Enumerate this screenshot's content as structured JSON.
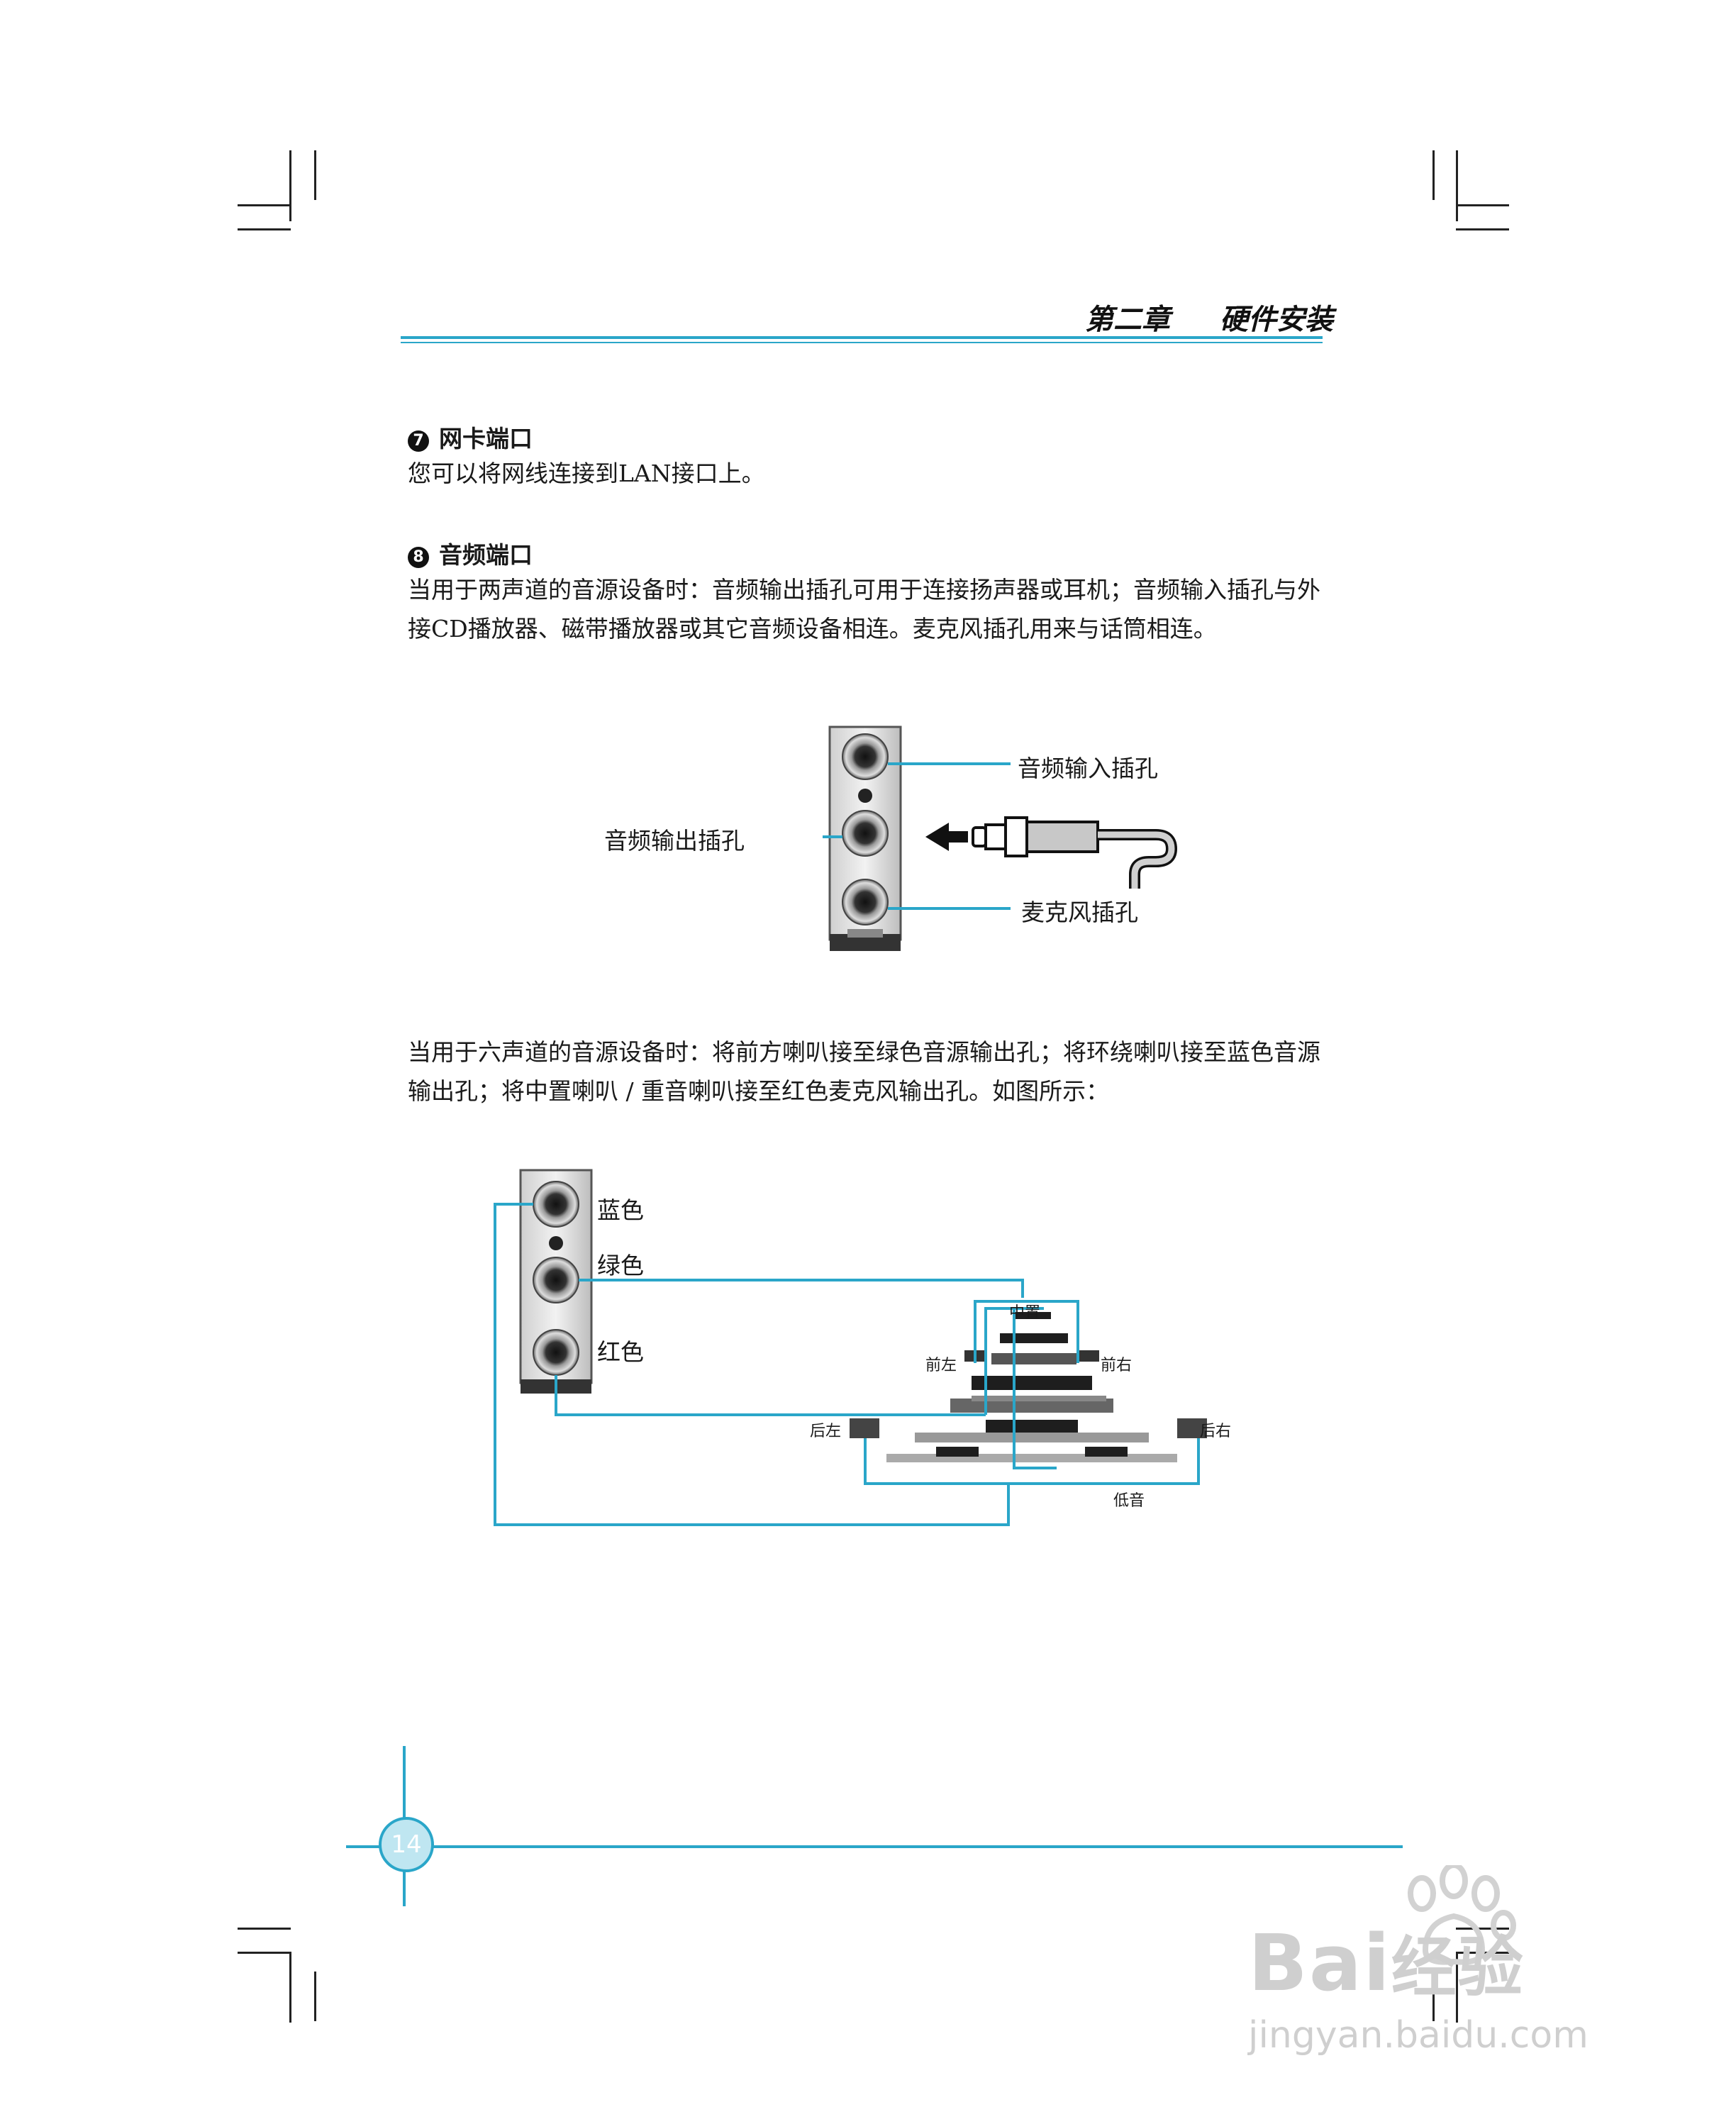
{
  "header": {
    "chapter": "第二章",
    "title": "硬件安装"
  },
  "sections": [
    {
      "num": "7",
      "title": "网卡端口",
      "body": "您可以将网线连接到LAN接口上。"
    },
    {
      "num": "8",
      "title": "音频端口",
      "body": "当用于两声道的音源设备时：音频输出插孔可用于连接扬声器或耳机；音频输入插孔与外接CD播放器、磁带播放器或其它音频设备相连。麦克风插孔用来与话筒相连。"
    }
  ],
  "figure1": {
    "line_in": "音频输入插孔",
    "line_out": "音频输出插孔",
    "mic": "麦克风插孔"
  },
  "six_channel_text": "当用于六声道的音源设备时：将前方喇叭接至绿色音源输出孔；将环绕喇叭接至蓝色音源输出孔；将中置喇叭 / 重音喇叭接至红色麦克风输出孔。如图所示：",
  "figure2": {
    "blue": "蓝色",
    "green": "绿色",
    "red": "红色",
    "center": "中置",
    "front_left": "前左",
    "front_right": "前右",
    "rear_left": "后左",
    "rear_right": "后右",
    "bass": "低音"
  },
  "footer": {
    "page_number": "14"
  },
  "watermark": {
    "brand": "Bai",
    "brand_suffix": "经验",
    "url": "jingyan.baidu.com"
  },
  "colors": {
    "accent": "#2aa6c9",
    "text": "#1a1a1a"
  }
}
